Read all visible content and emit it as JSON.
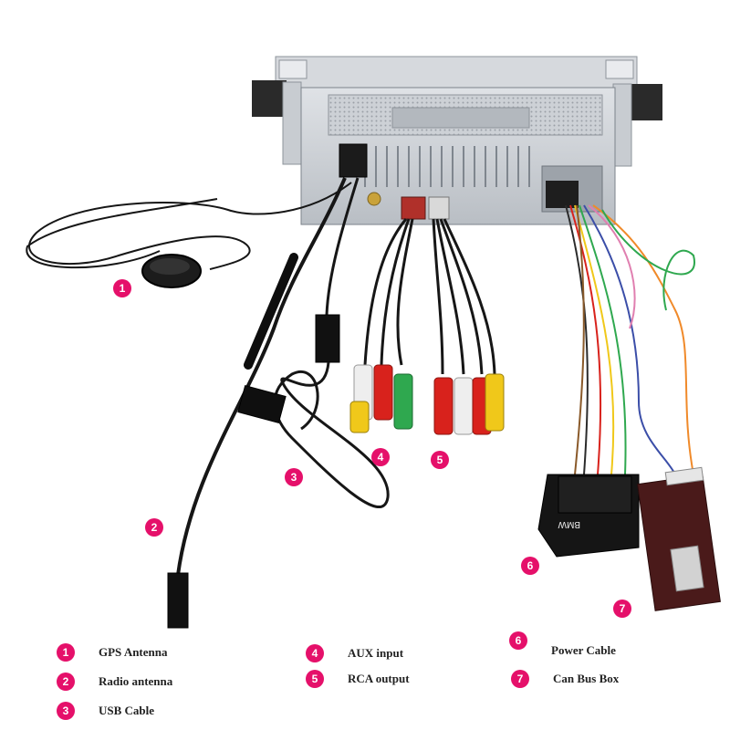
{
  "colors": {
    "badge": "#e5106a",
    "unit_metal": "#c9cdd2",
    "cable": "#161616",
    "rca_red": "#d8221c",
    "rca_white": "#eeeeee",
    "rca_yellow": "#f0c81a",
    "rca_green": "#2fa84f"
  },
  "icons": [
    "gps-antenna-icon",
    "radio-antenna-icon",
    "usb-cable-icon",
    "aux-input-icon",
    "rca-output-icon",
    "power-cable-icon",
    "can-bus-box-icon"
  ],
  "diagram": {
    "connector_label": "BMW",
    "callouts": [
      {
        "num": "1"
      },
      {
        "num": "2"
      },
      {
        "num": "3"
      },
      {
        "num": "4"
      },
      {
        "num": "5"
      },
      {
        "num": "6"
      },
      {
        "num": "7"
      }
    ]
  },
  "legend": [
    {
      "num": "1",
      "label": "GPS Antenna"
    },
    {
      "num": "2",
      "label": "Radio antenna"
    },
    {
      "num": "3",
      "label": "USB Cable"
    },
    {
      "num": "4",
      "label": "AUX input"
    },
    {
      "num": "5",
      "label": "RCA output"
    },
    {
      "num": "6",
      "label": "Power Cable"
    },
    {
      "num": "7",
      "label": "Can Bus Box"
    }
  ]
}
